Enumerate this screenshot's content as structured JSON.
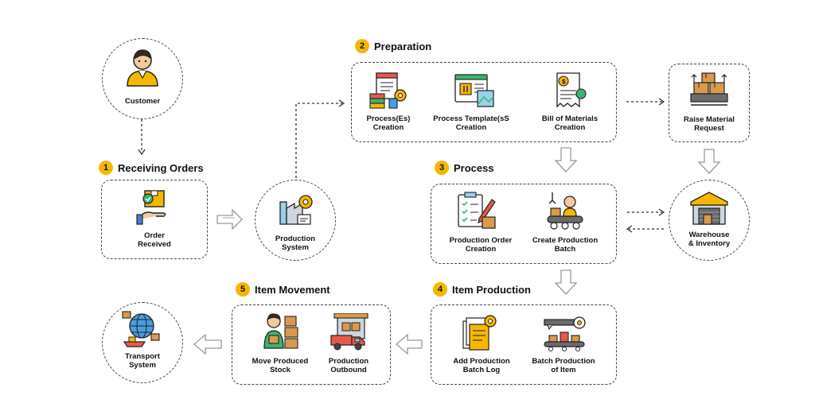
{
  "customer": {
    "label": "Customer"
  },
  "receiving": {
    "number": "1",
    "title": "Receiving Orders",
    "item": "Order\nReceived"
  },
  "production_system": {
    "label": "Production\nSystem"
  },
  "preparation": {
    "number": "2",
    "title": "Preparation",
    "items": [
      "Process(Es)\nCreation",
      "Process Template(sS\nCreation",
      "Bill of Materials\nCreation"
    ]
  },
  "raise_material": {
    "label": "Raise Material\nRequest"
  },
  "process": {
    "number": "3",
    "title": "Process",
    "items": [
      "Production Order\nCreation",
      "Create Production\nBatch"
    ]
  },
  "warehouse": {
    "label": "Warehouse\n& Inventory"
  },
  "item_production": {
    "number": "4",
    "title": "Item Production",
    "items": [
      "Add Production\nBatch Log",
      "Batch Production\nof Item"
    ]
  },
  "item_movement": {
    "number": "5",
    "title": "Item Movement",
    "items": [
      "Move Produced\nStock",
      "Production\nOutbound"
    ]
  },
  "transport": {
    "label": "Transport\nSystem"
  },
  "colors": {
    "accent": "#f5b700",
    "ink": "#444444",
    "arrow": "#999999"
  }
}
